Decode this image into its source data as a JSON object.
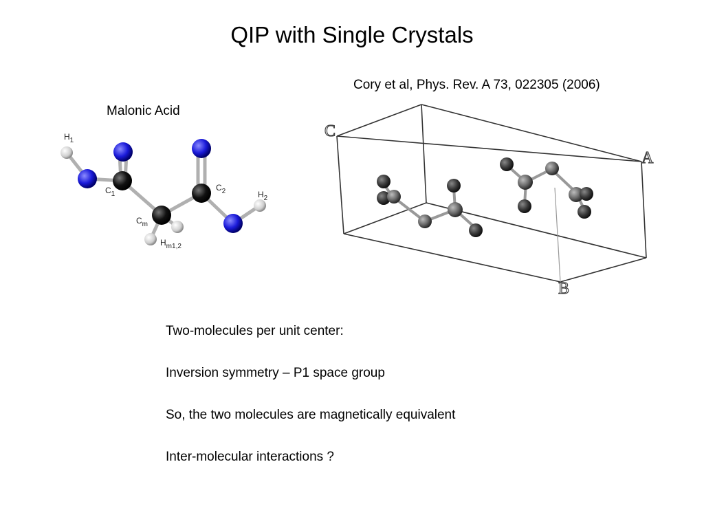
{
  "slide": {
    "title": "QIP with Single Crystals",
    "citation": "Cory et al, Phys. Rev. A 73, 022305 (2006)",
    "molecule_label": "Malonic Acid",
    "atom_labels": {
      "h1": "H",
      "h1_sub": "1",
      "c1": "C",
      "c1_sub": "1",
      "c2": "C",
      "c2_sub": "2",
      "h2": "H",
      "h2_sub": "2",
      "cm": "C",
      "cm_sub": "m",
      "hm": "H",
      "hm_sub": "m1,2"
    },
    "crystal_axes": {
      "a": "A",
      "b": "B",
      "c": "C"
    },
    "bullets": [
      "Two-molecules per unit center:",
      "Inversion symmetry – P1 space group",
      "So, the two molecules are magnetically equivalent",
      "Inter-molecular interactions ?"
    ]
  },
  "colors": {
    "oxygen": "#1a1ad9",
    "carbon": "#111111",
    "hydrogen": "#cfcfcf",
    "crystal_atom": "#555555",
    "cell_edge": "#333333"
  }
}
